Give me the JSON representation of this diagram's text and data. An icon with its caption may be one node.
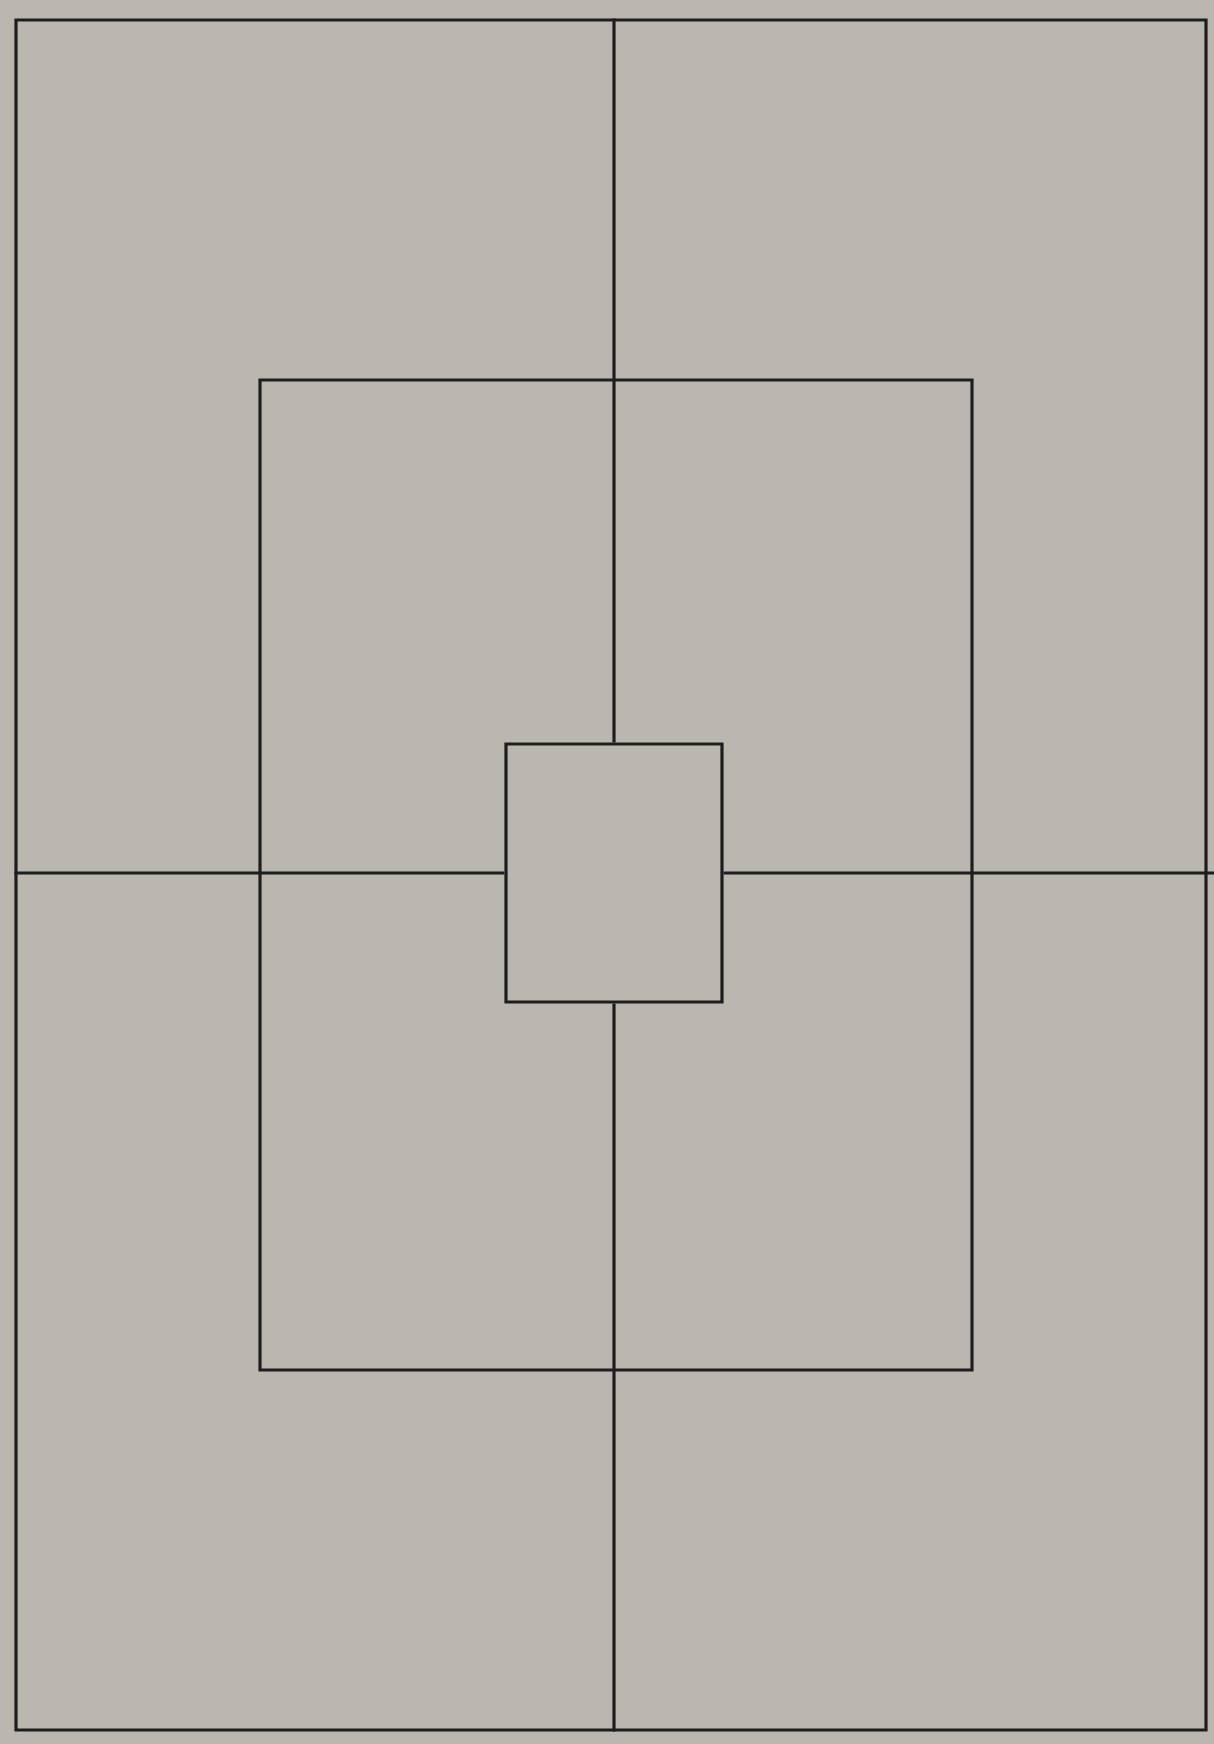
{
  "diagram": {
    "nodes": [
      {
        "text": [],
        "shape": "box"
      },
      {
        "text": [],
        "shape": "box",
        "in": 0
      },
      {
        "text": [],
        "shape": "box",
        "in": 1
      }
    ],
    "edges": [
      {
        "from": 2,
        "to": 0,
        "arrow": "none"
      },
      {
        "from": 2,
        "to": 0,
        "arrow": "none"
      },
      {
        "from": 2,
        "to": 0,
        "arrow": "none"
      },
      {
        "from": 2,
        "to": 0,
        "arrow": "none"
      }
    ]
  }
}
